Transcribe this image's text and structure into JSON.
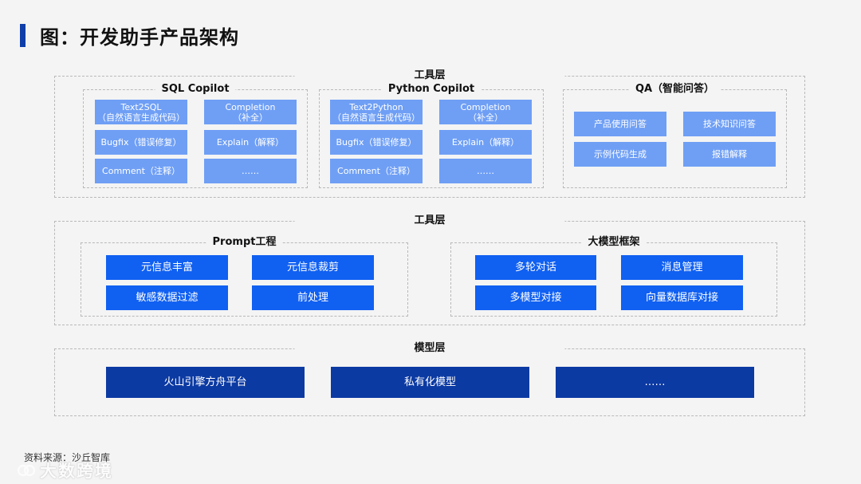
{
  "page_title": "图：开发助手产品架构",
  "source_text": "资料来源：沙丘智库",
  "watermark_text": "大数跨境",
  "colors": {
    "light": "#6f9ff5",
    "mid": "#1060f2",
    "dark": "#0c3aa3",
    "title_bar": "#0f3ea8"
  },
  "layers": {
    "tool_top": {
      "label": "工具层",
      "groups": {
        "sql": {
          "label": "SQL Copilot",
          "items": [
            "Text2SQL\n（自然语言生成代码）",
            "Completion\n（补全）",
            "Bugfix（错误修复）",
            "Explain（解释）",
            "Comment（注释）",
            "……"
          ]
        },
        "python": {
          "label": "Python Copilot",
          "items": [
            "Text2Python\n（自然语言生成代码）",
            "Completion\n（补全）",
            "Bugfix（错误修复）",
            "Explain（解释）",
            "Comment（注释）",
            "……"
          ]
        },
        "qa": {
          "label": "QA（智能问答）",
          "items": [
            "产品使用问答",
            "技术知识问答",
            "示例代码生成",
            "报错解释"
          ]
        }
      }
    },
    "tool_middle": {
      "label": "工具层",
      "groups": {
        "prompt": {
          "label": "Prompt工程",
          "items": [
            "元信息丰富",
            "元信息裁剪",
            "敏感数据过滤",
            "前处理"
          ]
        },
        "llm": {
          "label": "大模型框架",
          "items": [
            "多轮对话",
            "消息管理",
            "多模型对接",
            "向量数据库对接"
          ]
        }
      }
    },
    "model": {
      "label": "模型层",
      "items": [
        "火山引擎方舟平台",
        "私有化模型",
        "……"
      ]
    }
  }
}
